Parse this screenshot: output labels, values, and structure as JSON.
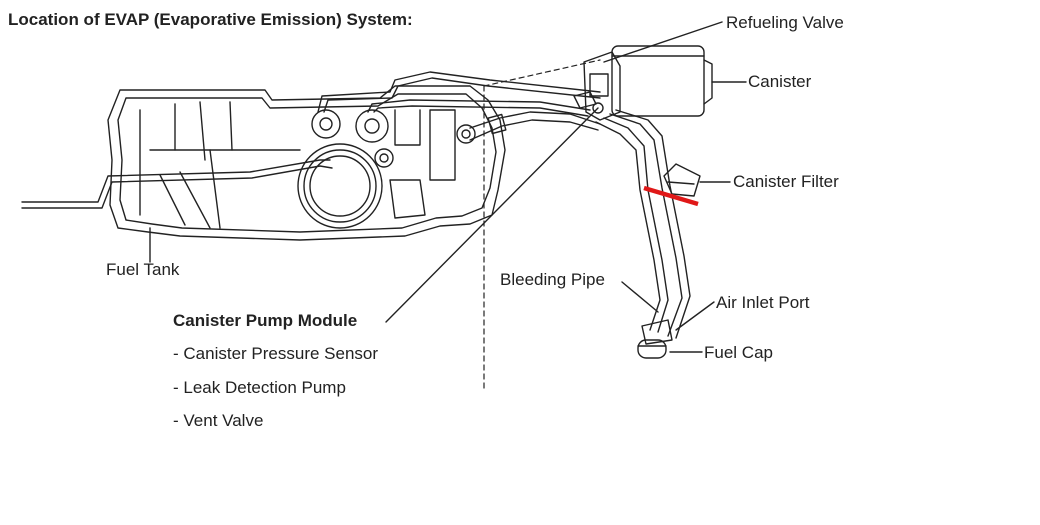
{
  "title": "Location of EVAP (Evaporative Emission) System:",
  "labels": {
    "refueling_valve": "Refueling Valve",
    "canister": "Canister",
    "canister_filter": "Canister Filter",
    "fuel_tank": "Fuel Tank",
    "bleeding_pipe": "Bleeding Pipe",
    "air_inlet_port": "Air Inlet Port",
    "fuel_cap": "Fuel Cap",
    "canister_pump_module": "Canister Pump Module",
    "pump_module_parts": [
      "- Canister Pressure Sensor",
      "- Leak Detection Pump",
      "- Vent Valve"
    ]
  },
  "colors": {
    "line": "#222222",
    "highlight": "#e01818"
  }
}
